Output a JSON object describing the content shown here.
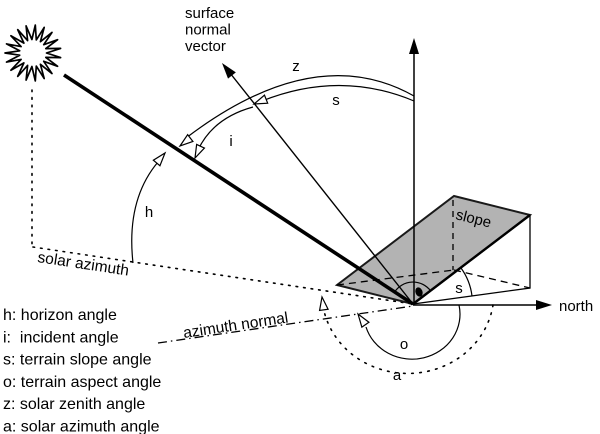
{
  "labels": {
    "surface_normal": [
      "surface",
      "normal",
      "vector"
    ],
    "z": "z",
    "s_normal": "s",
    "i": "i",
    "h": "h",
    "solar_azimuth": "solar azimuth",
    "slope": "slope",
    "s_slope": "s",
    "north": "north",
    "azimuth_normal": "azimuth normal",
    "o": "o",
    "a": "a"
  },
  "legend": [
    "h: horizon angle",
    "i:  incident angle",
    "s: terrain slope angle",
    "o: terrain aspect angle",
    "z: solar zenith angle",
    "a: solar azimuth angle"
  ],
  "colors": {
    "ink": "#000000",
    "slope_fill": "#b3b3b3",
    "background": "#ffffff"
  }
}
